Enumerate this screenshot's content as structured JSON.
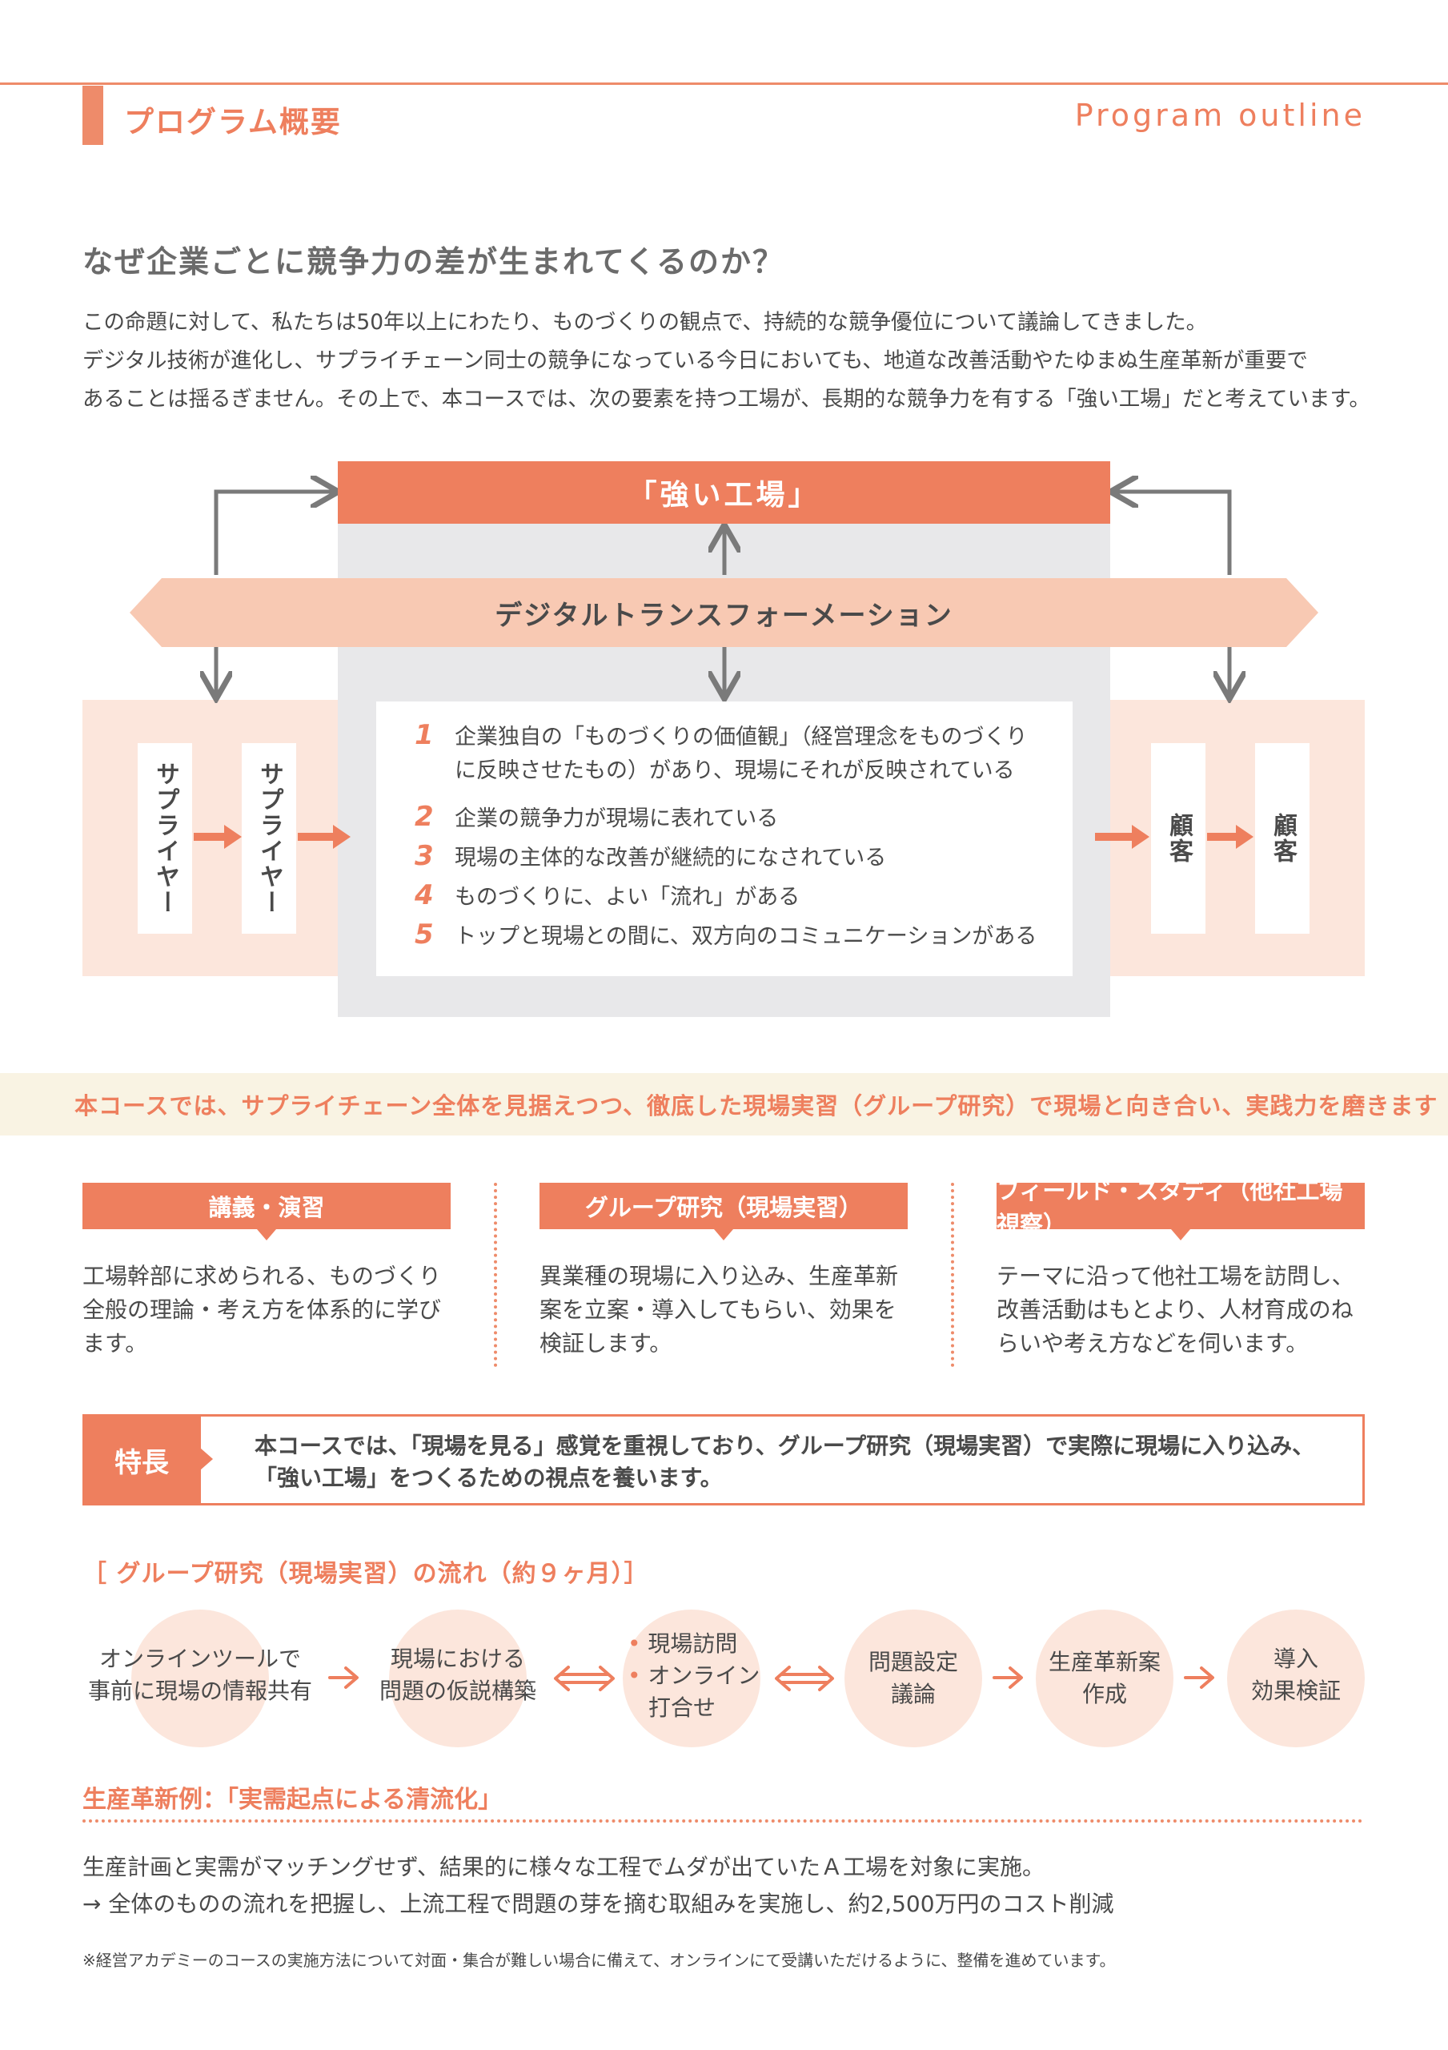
{
  "header": {
    "title_ja": "プログラム概要",
    "title_en": "Program outline"
  },
  "question": "なぜ企業ごとに競争力の差が生まれてくるのか？",
  "intro": [
    "この命題に対して、私たちは50年以上にわたり、ものづくりの観点で、持続的な競争優位について議論してきました。",
    "デジタル技術が進化し、サプライチェーン同士の競争になっている今日においても、地道な改善活動やたゆまぬ生産革新が重要で",
    "あることは揺るぎません。その上で、本コースでは、次の要素を持つ工場が、長期的な競争力を有する「強い工場」だと考えています。"
  ],
  "diagram": {
    "strong_factory": "「強い工場」",
    "dx": "デジタルトランスフォーメーション",
    "supplier_1": "サプライヤー",
    "supplier_2": "サプライヤー",
    "customer_1": "顧客",
    "customer_2": "顧客",
    "requirements": [
      {
        "num": "1",
        "lines": [
          "企業独自の「ものづくりの価値観」（経営理念をものづくり",
          "に反映させたもの）があり、現場にそれが反映されている"
        ]
      },
      {
        "num": "2",
        "lines": [
          "企業の競争力が現場に表れている"
        ]
      },
      {
        "num": "3",
        "lines": [
          "現場の主体的な改善が継続的になされている"
        ]
      },
      {
        "num": "4",
        "lines": [
          "ものづくりに、よい「流れ」がある"
        ]
      },
      {
        "num": "5",
        "lines": [
          "トップと現場との間に、双方向のコミュニケーションがある"
        ]
      }
    ]
  },
  "course_banner": "本コースでは、サプライチェーン全体を見据えつつ、徹底した現場実習（グループ研究）で現場と向き合い、実践力を磨きます",
  "columns": [
    {
      "title": "講義・演習",
      "lines": [
        "工場幹部に求められる、ものづくり",
        "全般の理論・考え方を体系的に学び",
        "ます。"
      ]
    },
    {
      "title": "グループ研究（現場実習）",
      "lines": [
        "異業種の現場に入り込み、生産革新",
        "案を立案・導入してもらい、効果を",
        "検証します。"
      ]
    },
    {
      "title": "フィールド・スタディ（他社工場視察）",
      "lines": [
        "テーマに沿って他社工場を訪問し、",
        "改善活動はもとより、人材育成のね",
        "らいや考え方などを伺います。"
      ]
    }
  ],
  "feature": {
    "label": "特長",
    "lines": [
      "本コースでは、「現場を見る」感覚を重視しており、グループ研究（現場実習）で実際に現場に入り込み、",
      "「強い工場」をつくるための視点を養います。"
    ]
  },
  "flow": {
    "title": "［ グループ研究（現場実習）の流れ（約９ヶ月）］",
    "steps": [
      {
        "lines": [
          "オンラインツールで",
          "事前に現場の情報共有"
        ]
      },
      {
        "lines": [
          "現場における",
          "問題の仮説構築"
        ]
      },
      {
        "lines": [
          "現場訪問",
          "オンライン",
          "打合せ"
        ]
      },
      {
        "lines": [
          "問題設定",
          "議論"
        ]
      },
      {
        "lines": [
          "生産革新案",
          "作成"
        ]
      },
      {
        "lines": [
          "導入",
          "効果検証"
        ]
      }
    ],
    "bullet": "•"
  },
  "example": {
    "title": "生産革新例：「実需起点による清流化」",
    "lines": [
      "生産計画と実需がマッチングせず、結果的に様々な工程でムダが出ていたＡ工場を対象に実施。",
      "→ 全体のものの流れを把握し、上流工程で問題の芽を摘む取組みを実施し、約2,500万円のコスト削減"
    ]
  },
  "footnote": "※経営アカデミーのコースの実施方法について対面・集合が難しい場合に備えて、オンラインにて受講いただけるように、整備を進めています。",
  "colors": {
    "accent": "#ee7f5e",
    "light": "#fce6dc",
    "dx": "#f8c9b3",
    "gray": "#e8e8ea",
    "banner": "#f9f3e3"
  }
}
